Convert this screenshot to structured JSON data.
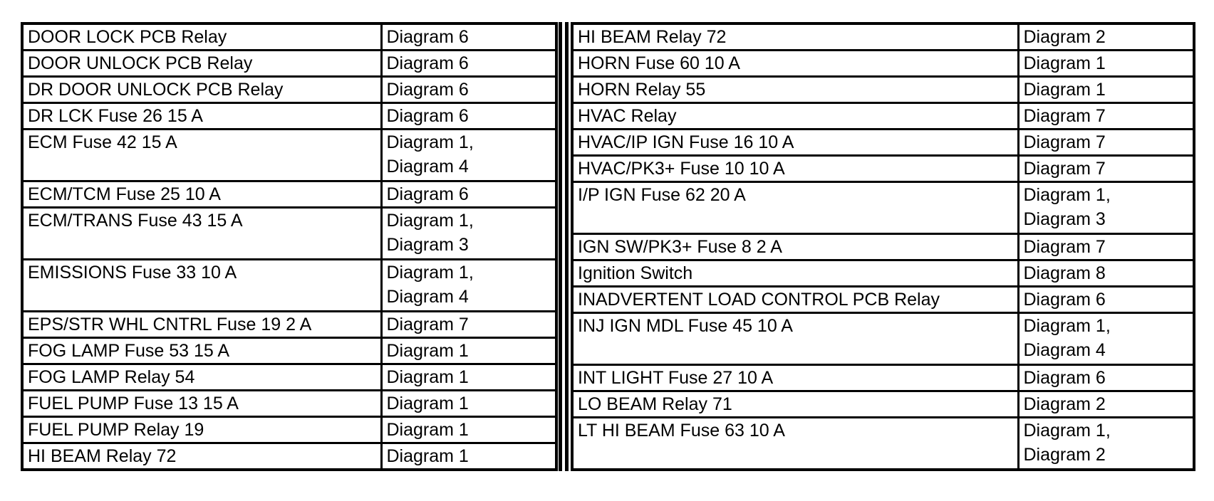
{
  "page": {
    "background_color": "#ffffff",
    "text_color": "#000000",
    "border_color": "#000000",
    "description": "Fuse and relay component index with diagram references, two side-by-side tables"
  },
  "left_table": {
    "rows": [
      {
        "name": "DOOR LOCK PCB Relay",
        "diagrams": [
          "Diagram 6"
        ]
      },
      {
        "name": "DOOR UNLOCK PCB Relay",
        "diagrams": [
          "Diagram 6"
        ]
      },
      {
        "name": "DR DOOR UNLOCK PCB Relay",
        "diagrams": [
          "Diagram 6"
        ]
      },
      {
        "name": "DR LCK Fuse 26 15 A",
        "diagrams": [
          "Diagram 6"
        ]
      },
      {
        "name": "ECM Fuse 42 15 A",
        "diagrams": [
          "Diagram 1,",
          "Diagram 4"
        ]
      },
      {
        "name": "ECM/TCM Fuse 25 10 A",
        "diagrams": [
          "Diagram 6"
        ]
      },
      {
        "name": "ECM/TRANS Fuse 43 15 A",
        "diagrams": [
          "Diagram 1,",
          "Diagram 3"
        ]
      },
      {
        "name": "EMISSIONS Fuse 33 10 A",
        "diagrams": [
          "Diagram 1,",
          "Diagram 4"
        ]
      },
      {
        "name": "EPS/STR WHL CNTRL Fuse 19 2 A",
        "diagrams": [
          "Diagram 7"
        ]
      },
      {
        "name": "FOG LAMP Fuse 53 15 A",
        "diagrams": [
          "Diagram 1"
        ]
      },
      {
        "name": "FOG LAMP Relay 54",
        "diagrams": [
          "Diagram 1"
        ]
      },
      {
        "name": "FUEL PUMP Fuse 13 15 A",
        "diagrams": [
          "Diagram 1"
        ]
      },
      {
        "name": "FUEL PUMP Relay 19",
        "diagrams": [
          "Diagram 1"
        ]
      },
      {
        "name": "HI BEAM Relay 72",
        "diagrams": [
          "Diagram 1"
        ]
      }
    ]
  },
  "right_table": {
    "rows": [
      {
        "name": "HI BEAM Relay 72",
        "diagrams": [
          "Diagram 2"
        ]
      },
      {
        "name": "HORN Fuse 60 10 A",
        "diagrams": [
          "Diagram 1"
        ]
      },
      {
        "name": "HORN Relay 55",
        "diagrams": [
          "Diagram 1"
        ]
      },
      {
        "name": "HVAC Relay",
        "diagrams": [
          "Diagram 7"
        ]
      },
      {
        "name": "HVAC/IP IGN Fuse 16 10 A",
        "diagrams": [
          "Diagram 7"
        ]
      },
      {
        "name": "HVAC/PK3+ Fuse 10 10 A",
        "diagrams": [
          "Diagram 7"
        ]
      },
      {
        "name": "I/P IGN Fuse 62 20 A",
        "diagrams": [
          "Diagram 1,",
          "Diagram 3"
        ]
      },
      {
        "name": "IGN SW/PK3+ Fuse 8 2 A",
        "diagrams": [
          "Diagram 7"
        ]
      },
      {
        "name": "Ignition Switch",
        "diagrams": [
          "Diagram 8"
        ]
      },
      {
        "name": "INADVERTENT LOAD CONTROL PCB Relay",
        "diagrams": [
          "Diagram 6"
        ]
      },
      {
        "name": "INJ IGN MDL Fuse 45 10 A",
        "diagrams": [
          "Diagram 1,",
          "Diagram 4"
        ]
      },
      {
        "name": "INT LIGHT Fuse 27 10 A",
        "diagrams": [
          "Diagram 6"
        ]
      },
      {
        "name": "LO BEAM Relay 71",
        "diagrams": [
          "Diagram 2"
        ]
      },
      {
        "name": "LT HI BEAM Fuse 63 10 A",
        "diagrams": [
          "Diagram 1,",
          "Diagram 2"
        ]
      }
    ]
  }
}
